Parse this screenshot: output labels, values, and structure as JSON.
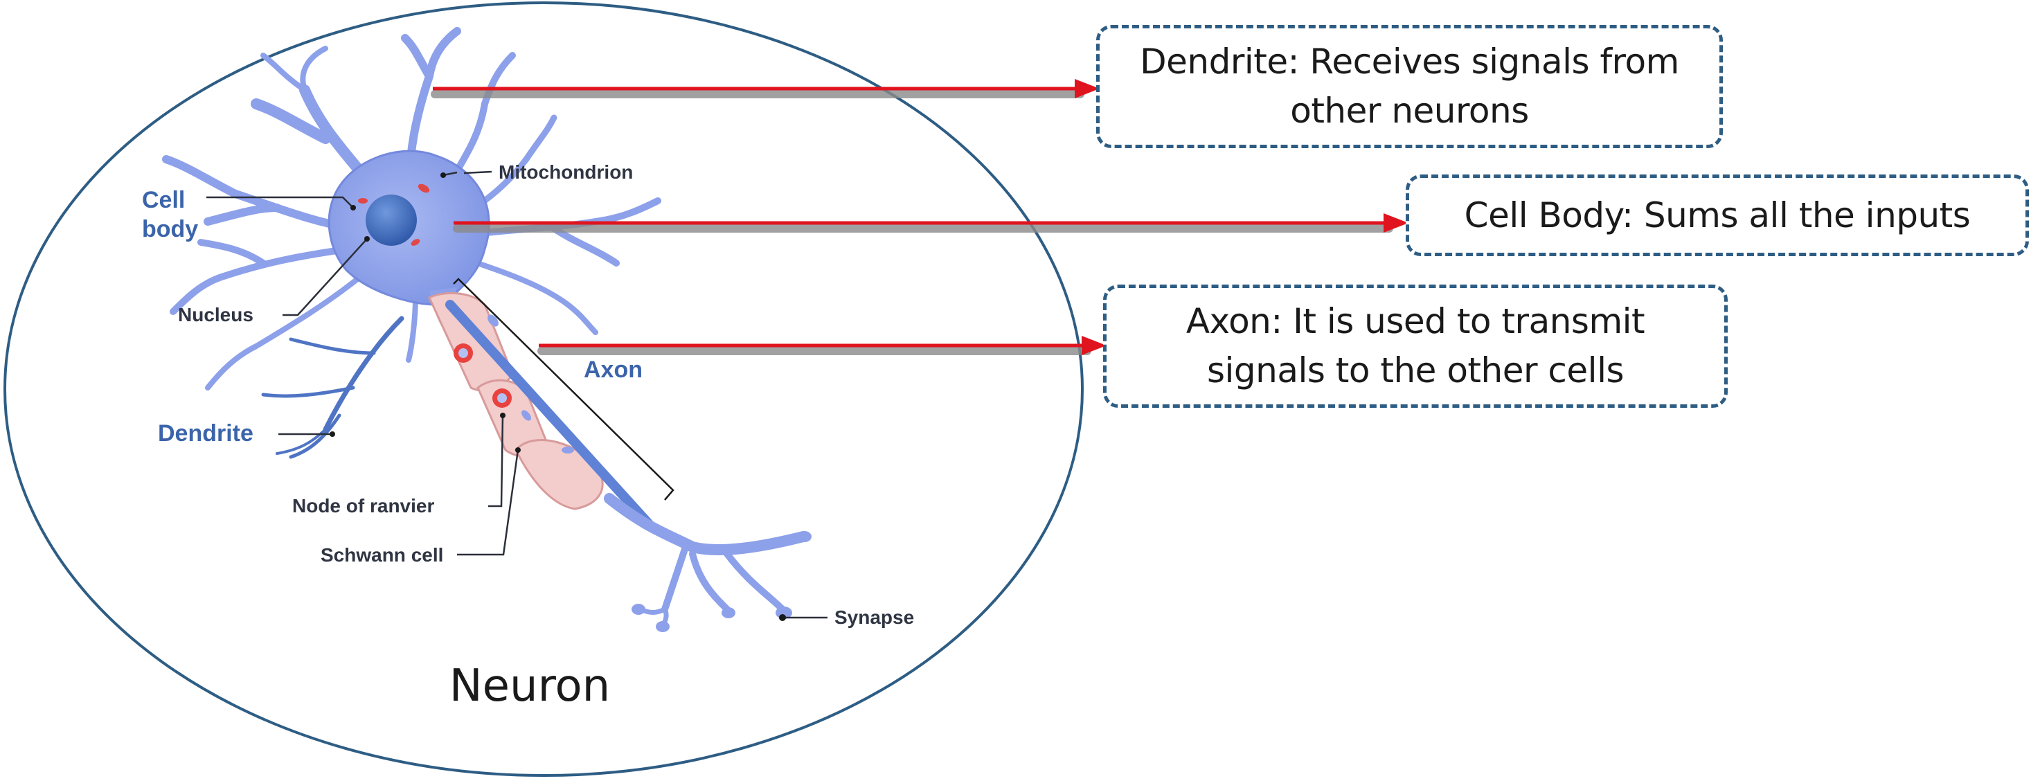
{
  "diagram": {
    "title": "Neuron",
    "labels": {
      "cell_body": "Cell body",
      "nucleus": "Nucleus",
      "dendrite": "Dendrite",
      "mitochondrion": "Mitochondrion",
      "axon": "Axon",
      "node_of_ranvier": "Node of ranvier",
      "schwann_cell": "Schwann cell",
      "synapse": "Synapse"
    },
    "callouts": {
      "dendrite": "Dendrite: Receives signals from other neurons",
      "cell_body": "Cell Body: Sums all the inputs",
      "axon": "Axon: It is used to transmit signals to the other cells"
    },
    "colors": {
      "ellipse_stroke": "#2e5d84",
      "callout_border": "#2e5d84",
      "arrow_red": "#e0141e",
      "arrow_shadow": "#777777",
      "neuron_fill": "#8fa3ec",
      "neuron_stroke": "#6f84d8",
      "nucleus": "#3a67b6",
      "myelin": "#f3cfcf",
      "node": "#e8423f",
      "label_blue": "#3b64aa",
      "label_dark": "#2f3542"
    }
  }
}
